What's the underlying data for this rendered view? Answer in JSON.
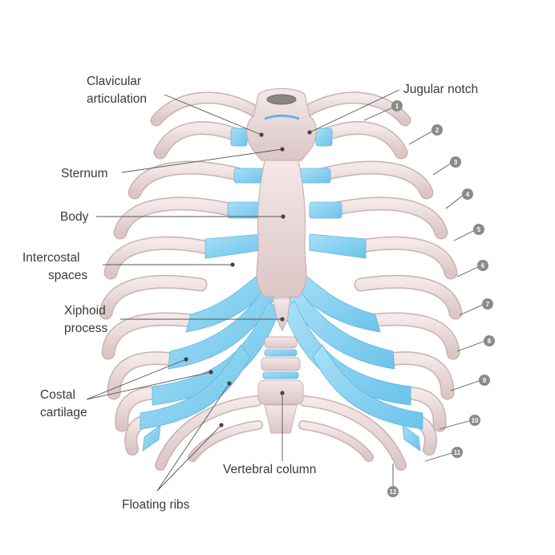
{
  "labels": {
    "clavicular_articulation": [
      "Clavicular",
      "articulation"
    ],
    "jugular_notch": "Jugular notch",
    "sternum": "Sternum",
    "body": "Body",
    "intercostal_spaces": [
      "Intercostal",
      "spaces"
    ],
    "xiphoid_process": [
      "Xiphoid",
      "process"
    ],
    "costal_cartilage": [
      "Costal",
      "cartilage"
    ],
    "vertebral_column": "Vertebral column",
    "floating_ribs": "Floating ribs"
  },
  "rib_numbers": [
    "1",
    "2",
    "3",
    "4",
    "5",
    "6",
    "7",
    "8",
    "9",
    "10",
    "11",
    "12"
  ],
  "colors": {
    "bone": "#ecdcdc",
    "bone_edge": "#c9b2b2",
    "bone_shadow": "#dcc7c7",
    "cartilage": "#8fd3f2",
    "cartilage_edge": "#62b6e0",
    "marker": "#8a8a8a",
    "text": "#3a3a3a"
  }
}
